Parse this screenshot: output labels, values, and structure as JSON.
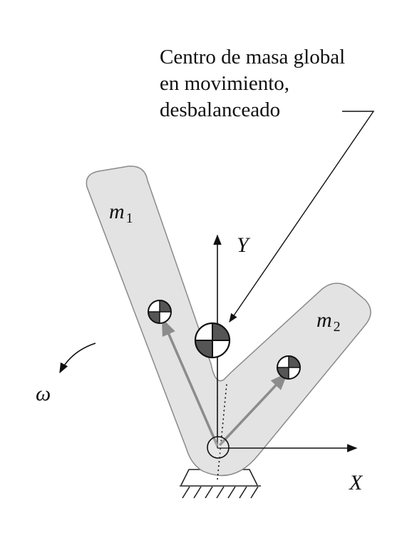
{
  "callout": {
    "lines": [
      "Centro de masa global",
      "en movimiento,",
      "desbalanceado"
    ]
  },
  "labels": {
    "m1": {
      "base": "m",
      "sub": "1"
    },
    "m2": {
      "base": "m",
      "sub": "2"
    },
    "y_axis": "Y",
    "x_axis": "X",
    "omega": "ω"
  },
  "colors": {
    "body_fill": "#e3e3e3",
    "body_stroke": "#888888",
    "vector": "#8c8c8c",
    "symbol_dark": "#555555",
    "line": "#111111"
  }
}
